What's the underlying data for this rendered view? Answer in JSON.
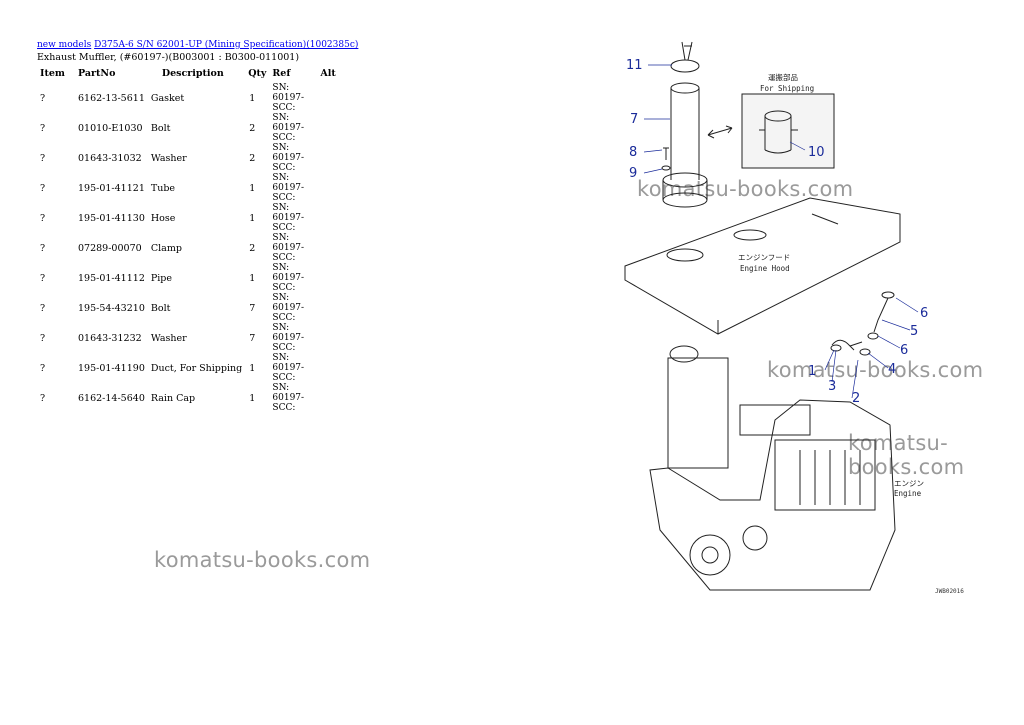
{
  "breadcrumb": {
    "link1": "new models",
    "link2": "D375A-6 S/N 62001-UP (Mining Specification)(1002385c)"
  },
  "subtitle": "Exhaust Muffler, (#60197-)(B003001 : B0300-011001)",
  "table": {
    "headers": [
      "Item",
      "PartNo",
      "Description",
      "Qty",
      "Ref",
      "Alt"
    ],
    "rows": [
      {
        "item": "?",
        "partno": "6162-13-5611",
        "desc": "Gasket",
        "qty": "1",
        "ref": "SN: 60197-SCC:",
        "alt": ""
      },
      {
        "item": "?",
        "partno": "01010-E1030",
        "desc": "Bolt",
        "qty": "2",
        "ref": "SN: 60197-SCC:",
        "alt": ""
      },
      {
        "item": "?",
        "partno": "01643-31032",
        "desc": "Washer",
        "qty": "2",
        "ref": "SN: 60197-SCC:",
        "alt": ""
      },
      {
        "item": "?",
        "partno": "195-01-41121",
        "desc": "Tube",
        "qty": "1",
        "ref": "SN: 60197-SCC:",
        "alt": ""
      },
      {
        "item": "?",
        "partno": "195-01-41130",
        "desc": "Hose",
        "qty": "1",
        "ref": "SN: 60197-SCC:",
        "alt": ""
      },
      {
        "item": "?",
        "partno": "07289-00070",
        "desc": "Clamp",
        "qty": "2",
        "ref": "SN: 60197-SCC:",
        "alt": ""
      },
      {
        "item": "?",
        "partno": "195-01-41112",
        "desc": "Pipe",
        "qty": "1",
        "ref": "SN: 60197-SCC:",
        "alt": ""
      },
      {
        "item": "?",
        "partno": "195-54-43210",
        "desc": "Bolt",
        "qty": "7",
        "ref": "SN: 60197-SCC:",
        "alt": ""
      },
      {
        "item": "?",
        "partno": "01643-31232",
        "desc": "Washer",
        "qty": "7",
        "ref": "SN: 60197-SCC:",
        "alt": ""
      },
      {
        "item": "?",
        "partno": "195-01-41190",
        "desc": "Duct, For Shipping",
        "qty": "1",
        "ref": "SN: 60197-SCC:",
        "alt": ""
      },
      {
        "item": "?",
        "partno": "6162-14-5640",
        "desc": "Rain Cap",
        "qty": "1",
        "ref": "SN: 60197-SCC:",
        "alt": ""
      }
    ]
  },
  "watermark": "komatsu-books.com",
  "diagram": {
    "callouts": [
      "11",
      "7",
      "8",
      "9",
      "10",
      "6",
      "5",
      "6",
      "1",
      "3",
      "4",
      "2"
    ],
    "shipping_label_jp": "運搬部品",
    "shipping_label_en": "For Shipping",
    "hood_label_jp": "エンジンフード",
    "hood_label_en": "Engine Hood",
    "engine_label_jp": "エンジン",
    "engine_label_en": "Engine",
    "figure_id": "JWB02016"
  },
  "colors": {
    "link": "#0000ee",
    "callout": "#1a2b9a",
    "watermark": "#9a9a9a"
  }
}
